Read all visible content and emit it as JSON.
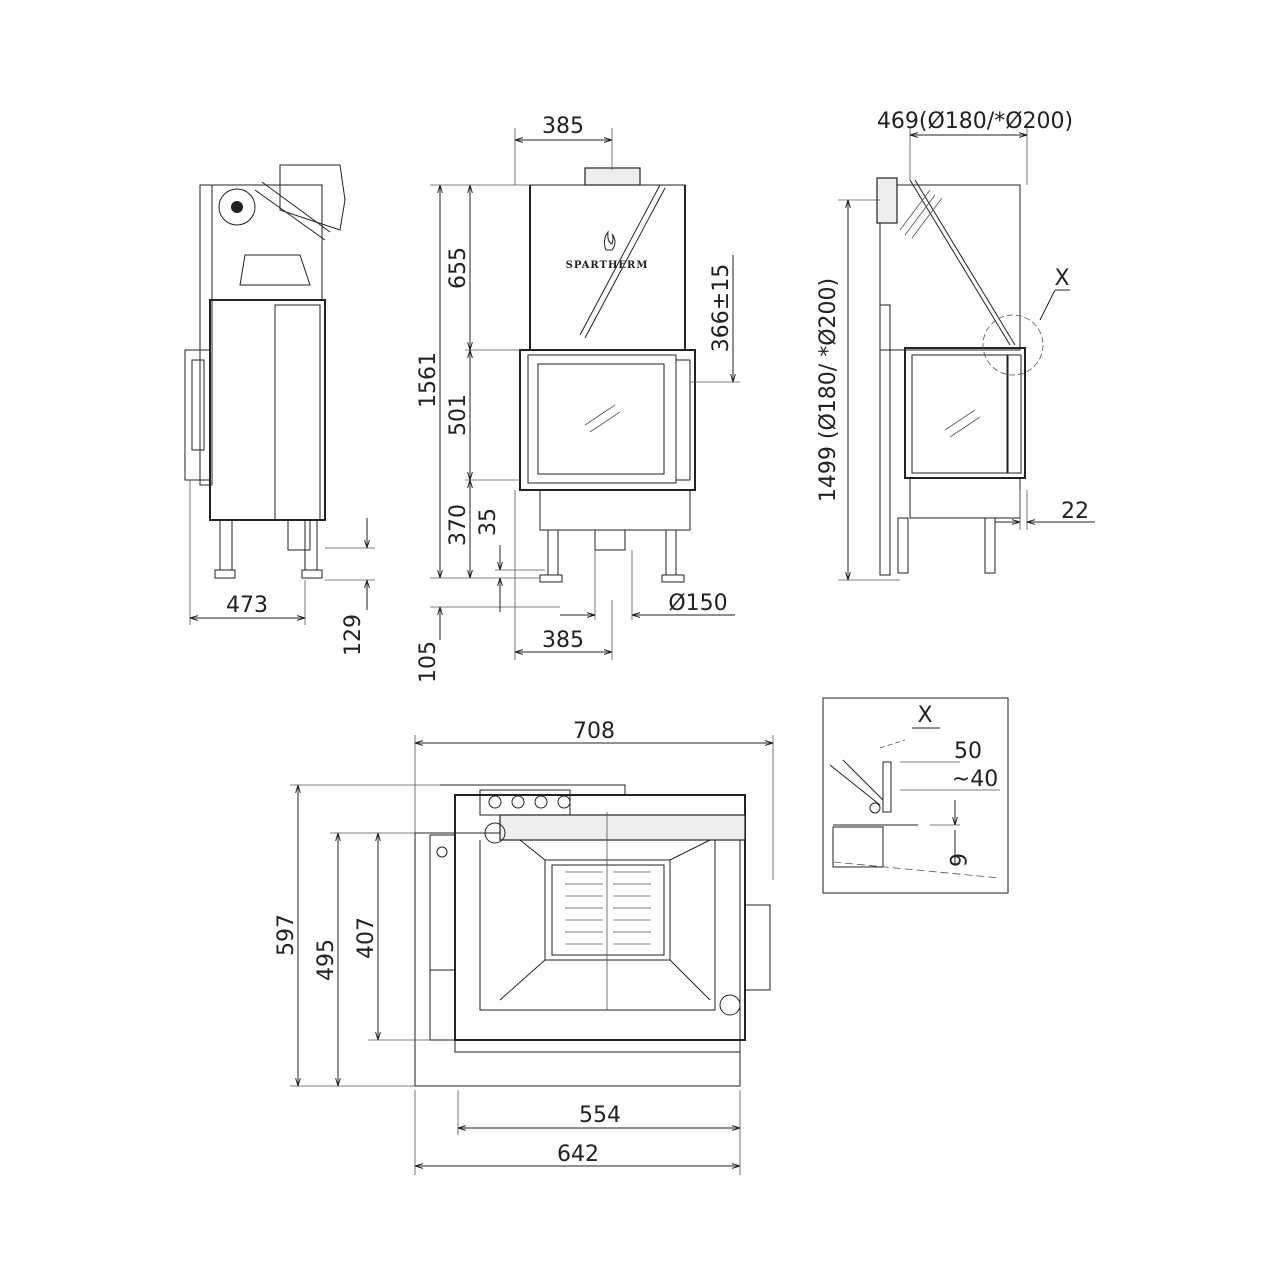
{
  "brand": "SPARTHERM",
  "side_view": {
    "width_label": "473",
    "leg_label": "129"
  },
  "front_view": {
    "top_width": "385",
    "total_height": "1561",
    "top_section": "655",
    "door_height": "501",
    "base_height": "370",
    "foot_offset": "35",
    "flue_offset": "366±15",
    "floor_offset": "105",
    "air_inlet": "Ø150",
    "bottom_width": "385"
  },
  "right_view": {
    "flue_label": "469(Ø180/*Ø200)",
    "height_label": "1499 (Ø180/ *Ø200)",
    "detail_marker": "X",
    "offset_label": "22"
  },
  "plan_view": {
    "total_width": "708",
    "depth_total": "597",
    "depth_mid": "495",
    "depth_inner": "407",
    "inner_width": "554",
    "outer_width": "642"
  },
  "detail_x": {
    "title": "X",
    "dim_a": "50",
    "dim_b": "~40",
    "dim_c": "6"
  }
}
